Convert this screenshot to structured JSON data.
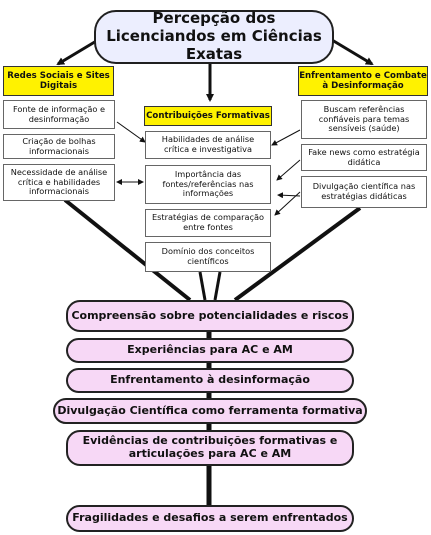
{
  "title": "Percepção dos Licenciandos em Ciências Exatas",
  "left": {
    "header": "Redes Sociais e Sites Digitais",
    "items": [
      "Fonte de informação e desinformação",
      "Criação de bolhas informacionais",
      "Necessidade de análise crítica e habilidades informacionais"
    ]
  },
  "center": {
    "header": "Contribuições Formativas",
    "items": [
      "Habilidades de análise crítica e investigativa",
      "Importância das fontes/referências nas informações",
      "Estratégias de comparação entre fontes",
      "Domínio dos conceitos científicos"
    ]
  },
  "right": {
    "header": "Enfrentamento e Combate à Desinformação",
    "items": [
      "Buscam referências confiáveis para temas sensíveis (saúde)",
      "Fake news como estratégia didática",
      "Divulgação científica nas estratégias didáticas"
    ]
  },
  "outcomes": [
    "Compreensão sobre potencialidades e riscos",
    "Experiências para AC e AM",
    "Enfrentamento à desinformação",
    "Divulgação Científica como ferramenta formativa",
    "Evidências de contribuições formativas e articulações para AC e AM",
    "Fragilidades e desafios a serem enfrentados"
  ]
}
